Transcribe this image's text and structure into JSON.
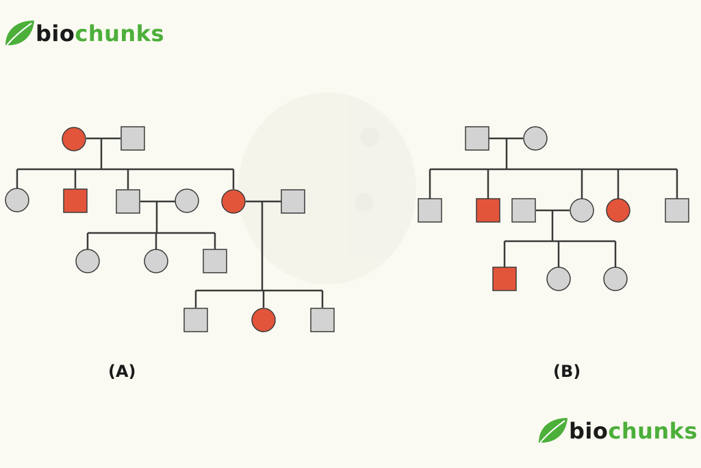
{
  "colors": {
    "background": "#fbfaf2",
    "affected": "#e2553b",
    "unaffected": "#d3d3d3",
    "line": "#3a3a3a",
    "logo_green": "#4caf3a"
  },
  "logo": {
    "part1": "bio",
    "part2": "chunks",
    "icon": "leaf-icon"
  },
  "pedigree_a": {
    "label": "(A)",
    "members": [
      {
        "id": "a_g1_mother",
        "sex": "female",
        "affected": true
      },
      {
        "id": "a_g1_father",
        "sex": "male",
        "affected": false
      },
      {
        "id": "a_g2_daughter1",
        "sex": "female",
        "affected": false
      },
      {
        "id": "a_g2_son1",
        "sex": "male",
        "affected": true
      },
      {
        "id": "a_g2_son2",
        "sex": "male",
        "affected": false
      },
      {
        "id": "a_g2_son2_spouse",
        "sex": "female",
        "affected": false
      },
      {
        "id": "a_g2_daughter2",
        "sex": "female",
        "affected": true
      },
      {
        "id": "a_g2_daughter2_spouse",
        "sex": "male",
        "affected": false
      },
      {
        "id": "a_g3_child1",
        "sex": "female",
        "affected": false
      },
      {
        "id": "a_g3_child2",
        "sex": "female",
        "affected": false
      },
      {
        "id": "a_g3_child3",
        "sex": "male",
        "affected": false
      },
      {
        "id": "a_g3_child4",
        "sex": "male",
        "affected": false
      },
      {
        "id": "a_g3_child5",
        "sex": "female",
        "affected": true
      },
      {
        "id": "a_g3_child6",
        "sex": "male",
        "affected": false
      }
    ]
  },
  "pedigree_b": {
    "label": "(B)",
    "members": [
      {
        "id": "b_g1_father",
        "sex": "male",
        "affected": false
      },
      {
        "id": "b_g1_mother",
        "sex": "female",
        "affected": false
      },
      {
        "id": "b_g2_son1",
        "sex": "male",
        "affected": false
      },
      {
        "id": "b_g2_son2",
        "sex": "male",
        "affected": true
      },
      {
        "id": "b_g2_spouse",
        "sex": "male",
        "affected": false
      },
      {
        "id": "b_g2_daughter1",
        "sex": "female",
        "affected": false
      },
      {
        "id": "b_g2_daughter2",
        "sex": "female",
        "affected": true
      },
      {
        "id": "b_g2_son3",
        "sex": "male",
        "affected": false
      },
      {
        "id": "b_g3_son",
        "sex": "male",
        "affected": true
      },
      {
        "id": "b_g3_daughter1",
        "sex": "female",
        "affected": false
      },
      {
        "id": "b_g3_daughter2",
        "sex": "female",
        "affected": false
      }
    ]
  }
}
